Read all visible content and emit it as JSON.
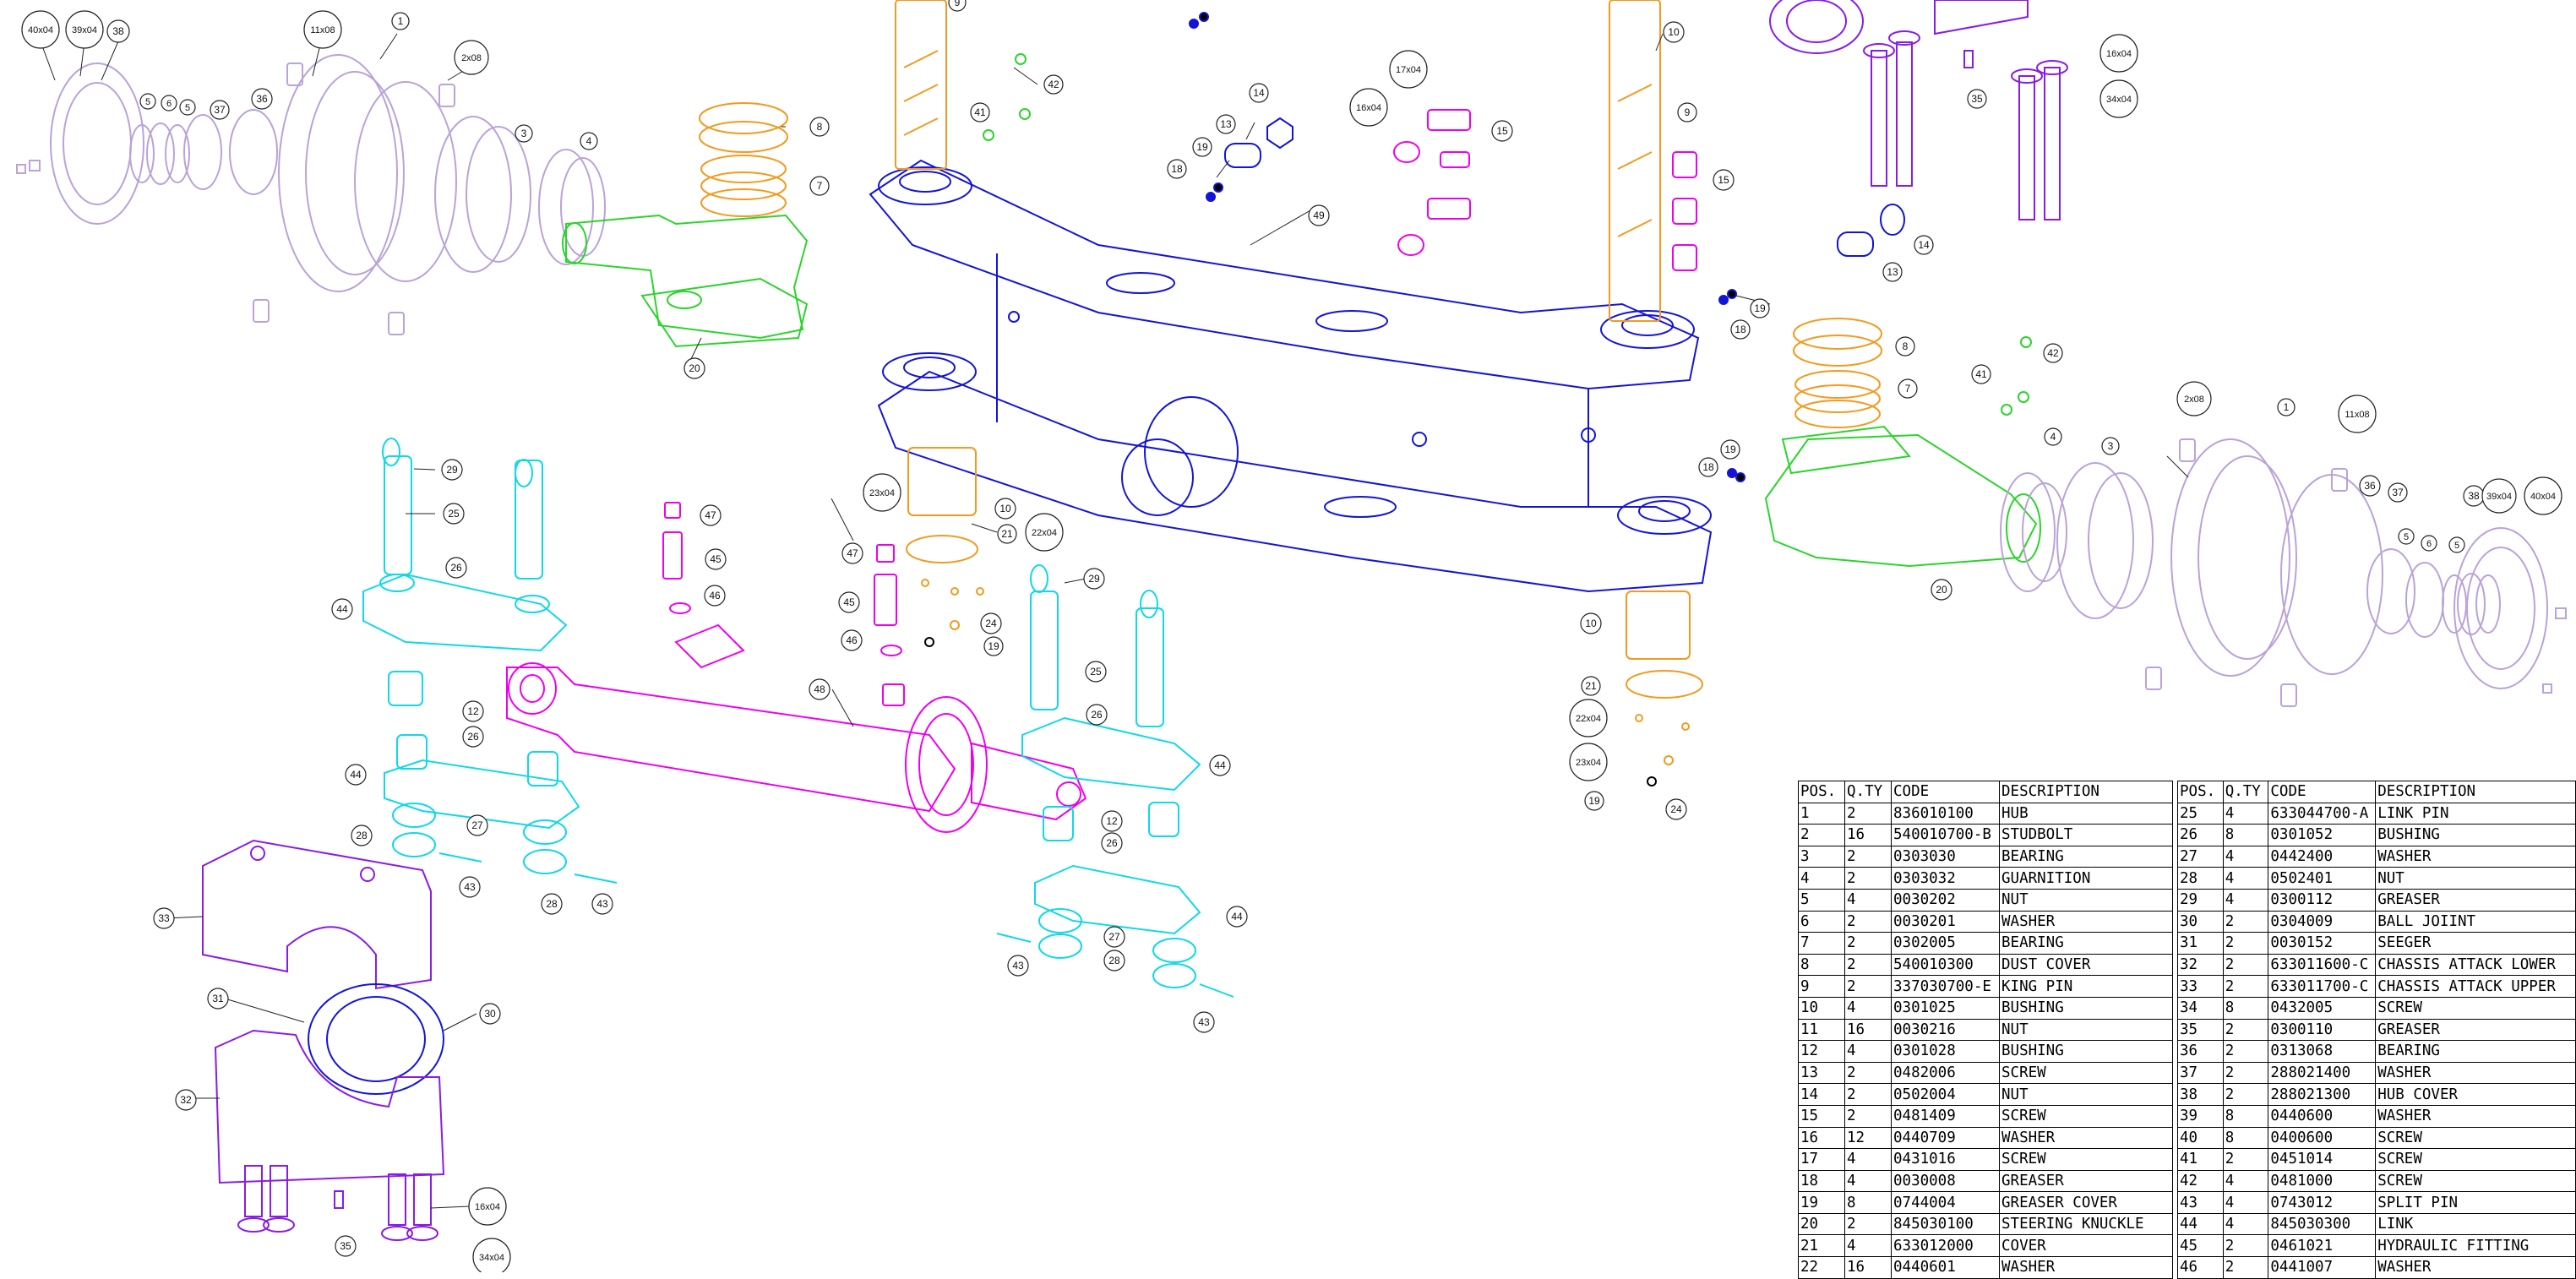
{
  "colors": {
    "purple_light": "#b9a3d9",
    "orange": "#f39a1e",
    "green": "#2bd42b",
    "blue": "#1414d8",
    "magenta": "#ee00ee",
    "cyan": "#10d8e8",
    "violet": "#8a1be6",
    "black": "#000000"
  },
  "callouts": {
    "c40x04_tl": "40x04",
    "c39x04_tl": "39x04",
    "c38_tl": "38",
    "c11x08_tl": "11x08",
    "c1_tl": "1",
    "c2x08_tl": "2x08",
    "c5a_tl": "5",
    "c6_tl": "6",
    "c5b_tl": "5",
    "c37_tl": "37",
    "c36_tl": "36",
    "c3_tl": "3",
    "c4_tl": "4",
    "c8_tl": "8",
    "c7_tl": "7",
    "c20_tl": "20",
    "c9_top": "9",
    "c41_top": "41",
    "c42_top": "42",
    "c14_top": "14",
    "c13_top": "13",
    "c19_top": "19",
    "c18_top": "18",
    "c17x04_top": "17x04",
    "c16x04_top": "16x04",
    "c15_top": "15",
    "c49": "49",
    "c10_tr": "10",
    "c9_tr": "9",
    "c15_tr": "15",
    "c19_tr": "19",
    "c18_tr": "18",
    "c35_tr": "35",
    "c16x04_tr": "16x04",
    "c34x04_tr": "34x04",
    "c14_tr": "14",
    "c13_tr": "13",
    "c8_r": "8",
    "c7_r": "7",
    "c42_r": "42",
    "c41_r": "41",
    "c19_r": "19",
    "c18_r": "18",
    "c2x08_r": "2x08",
    "c1_r": "1",
    "c11x08_r": "11x08",
    "c4_r": "4",
    "c3_r": "3",
    "c36_r": "36",
    "c37_r": "37",
    "c38_r": "38",
    "c39x04_r": "39x04",
    "c40x04_r": "40x04",
    "c5a_r": "5",
    "c6_r": "6",
    "c5b_r": "5",
    "c20_r": "20",
    "c23x04_m": "23x04",
    "c10_m": "10",
    "c21_m": "21",
    "c22x04_m": "22x04",
    "c47_m": "47",
    "c45_m": "45",
    "c46_m": "46",
    "c24_m": "24",
    "c19_m": "19",
    "c10_lr": "10",
    "c21_lr": "21",
    "c22x04_lr": "22x04",
    "c23x04_lr": "23x04",
    "c19_lr": "19",
    "c24_lr": "24",
    "c29_l": "29",
    "c25_l": "25",
    "c26_l": "26",
    "c44_l": "44",
    "c47_l": "47",
    "c45_l": "45",
    "c46_l": "46",
    "c48": "48",
    "c12_l": "12",
    "c26_l2": "26",
    "c44_l2": "44",
    "c27_l": "27",
    "c28_l": "28",
    "c43_l": "43",
    "c28_l2": "28",
    "c43_l2": "43",
    "c29_c": "29",
    "c25_c": "25",
    "c26_c": "26",
    "c44_c": "44",
    "c12_c": "12",
    "c26_c2": "26",
    "c44_c2": "44",
    "c27_c": "27",
    "c28_c": "28",
    "c43_c": "43",
    "c43_c2": "43",
    "c33": "33",
    "c31": "31",
    "c30": "30",
    "c32": "32",
    "c16x04_b": "16x04",
    "c35_b": "35",
    "c34x04_b": "34x04"
  },
  "bom": {
    "headers": {
      "pos": "POS.",
      "qty": "Q.TY",
      "code": "CODE",
      "desc": "DESCRIPTION"
    },
    "left": [
      {
        "pos": "1",
        "qty": "2",
        "code": "836010100",
        "desc": "HUB"
      },
      {
        "pos": "2",
        "qty": "16",
        "code": "540010700-B",
        "desc": "STUDBOLT"
      },
      {
        "pos": "3",
        "qty": "2",
        "code": "0303030",
        "desc": "BEARING"
      },
      {
        "pos": "4",
        "qty": "2",
        "code": "0303032",
        "desc": "GUARNITION"
      },
      {
        "pos": "5",
        "qty": "4",
        "code": "0030202",
        "desc": "NUT"
      },
      {
        "pos": "6",
        "qty": "2",
        "code": "0030201",
        "desc": "WASHER"
      },
      {
        "pos": "7",
        "qty": "2",
        "code": "0302005",
        "desc": "BEARING"
      },
      {
        "pos": "8",
        "qty": "2",
        "code": "540010300",
        "desc": "DUST COVER"
      },
      {
        "pos": "9",
        "qty": "2",
        "code": "337030700-E",
        "desc": "KING PIN"
      },
      {
        "pos": "10",
        "qty": "4",
        "code": "0301025",
        "desc": "BUSHING"
      },
      {
        "pos": "11",
        "qty": "16",
        "code": "0030216",
        "desc": "NUT"
      },
      {
        "pos": "12",
        "qty": "4",
        "code": "0301028",
        "desc": "BUSHING"
      },
      {
        "pos": "13",
        "qty": "2",
        "code": "0482006",
        "desc": "SCREW"
      },
      {
        "pos": "14",
        "qty": "2",
        "code": "0502004",
        "desc": "NUT"
      },
      {
        "pos": "15",
        "qty": "2",
        "code": "0481409",
        "desc": "SCREW"
      },
      {
        "pos": "16",
        "qty": "12",
        "code": "0440709",
        "desc": "WASHER"
      },
      {
        "pos": "17",
        "qty": "4",
        "code": "0431016",
        "desc": "SCREW"
      },
      {
        "pos": "18",
        "qty": "4",
        "code": "0030008",
        "desc": "GREASER"
      },
      {
        "pos": "19",
        "qty": "8",
        "code": "0744004",
        "desc": "GREASER COVER"
      },
      {
        "pos": "20",
        "qty": "2",
        "code": "845030100",
        "desc": "STEERING KNUCKLE"
      },
      {
        "pos": "21",
        "qty": "4",
        "code": "633012000",
        "desc": "COVER"
      },
      {
        "pos": "22",
        "qty": "16",
        "code": "0440601",
        "desc": "WASHER"
      }
    ],
    "right": [
      {
        "pos": "25",
        "qty": "4",
        "code": "633044700-A",
        "desc": "LINK PIN"
      },
      {
        "pos": "26",
        "qty": "8",
        "code": "0301052",
        "desc": "BUSHING"
      },
      {
        "pos": "27",
        "qty": "4",
        "code": "0442400",
        "desc": "WASHER"
      },
      {
        "pos": "28",
        "qty": "4",
        "code": "0502401",
        "desc": "NUT"
      },
      {
        "pos": "29",
        "qty": "4",
        "code": "0300112",
        "desc": "GREASER"
      },
      {
        "pos": "30",
        "qty": "2",
        "code": "0304009",
        "desc": "BALL JOIINT"
      },
      {
        "pos": "31",
        "qty": "2",
        "code": "0030152",
        "desc": "SEEGER"
      },
      {
        "pos": "32",
        "qty": "2",
        "code": "633011600-C",
        "desc": "CHASSIS ATTACK LOWER"
      },
      {
        "pos": "33",
        "qty": "2",
        "code": "633011700-C",
        "desc": "CHASSIS ATTACK UPPER"
      },
      {
        "pos": "34",
        "qty": "8",
        "code": "0432005",
        "desc": "SCREW"
      },
      {
        "pos": "35",
        "qty": "2",
        "code": "0300110",
        "desc": "GREASER"
      },
      {
        "pos": "36",
        "qty": "2",
        "code": "0313068",
        "desc": "BEARING"
      },
      {
        "pos": "37",
        "qty": "2",
        "code": "288021400",
        "desc": "WASHER"
      },
      {
        "pos": "38",
        "qty": "2",
        "code": "288021300",
        "desc": "HUB COVER"
      },
      {
        "pos": "39",
        "qty": "8",
        "code": "0440600",
        "desc": "WASHER"
      },
      {
        "pos": "40",
        "qty": "8",
        "code": "0400600",
        "desc": "SCREW"
      },
      {
        "pos": "41",
        "qty": "2",
        "code": "0451014",
        "desc": "SCREW"
      },
      {
        "pos": "42",
        "qty": "4",
        "code": "0481000",
        "desc": "SCREW"
      },
      {
        "pos": "43",
        "qty": "4",
        "code": "0743012",
        "desc": "SPLIT PIN"
      },
      {
        "pos": "44",
        "qty": "4",
        "code": "845030300",
        "desc": "LINK"
      },
      {
        "pos": "45",
        "qty": "2",
        "code": "0461021",
        "desc": "HYDRAULIC FITTING"
      },
      {
        "pos": "46",
        "qty": "2",
        "code": "0441007",
        "desc": "WASHER"
      }
    ]
  }
}
